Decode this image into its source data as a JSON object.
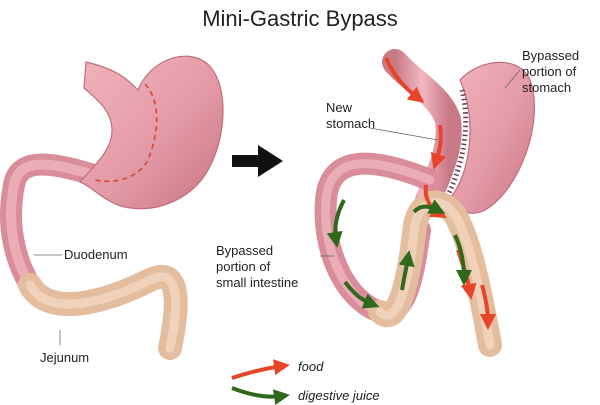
{
  "title": "Mini-Gastric Bypass",
  "labels": {
    "duodenum": "Duodenum",
    "jejunum": "Jejunum",
    "new_stomach": "New\nstomach",
    "bypassed_stomach": "Bypassed\nportion of\nstomach",
    "bypassed_intestine": "Bypassed\nportion of\nsmall intestine"
  },
  "legend": {
    "food": "food",
    "digestive_juice": "digestive juice"
  },
  "colors": {
    "stomach": "#e8a0ab",
    "stomach_dark": "#c8707e",
    "intestine": "#e8c2a6",
    "food_arrow": "#e8442a",
    "juice_arrow": "#2f6a1c",
    "cut_line": "#d6462e",
    "staple": "#6a3a55"
  }
}
